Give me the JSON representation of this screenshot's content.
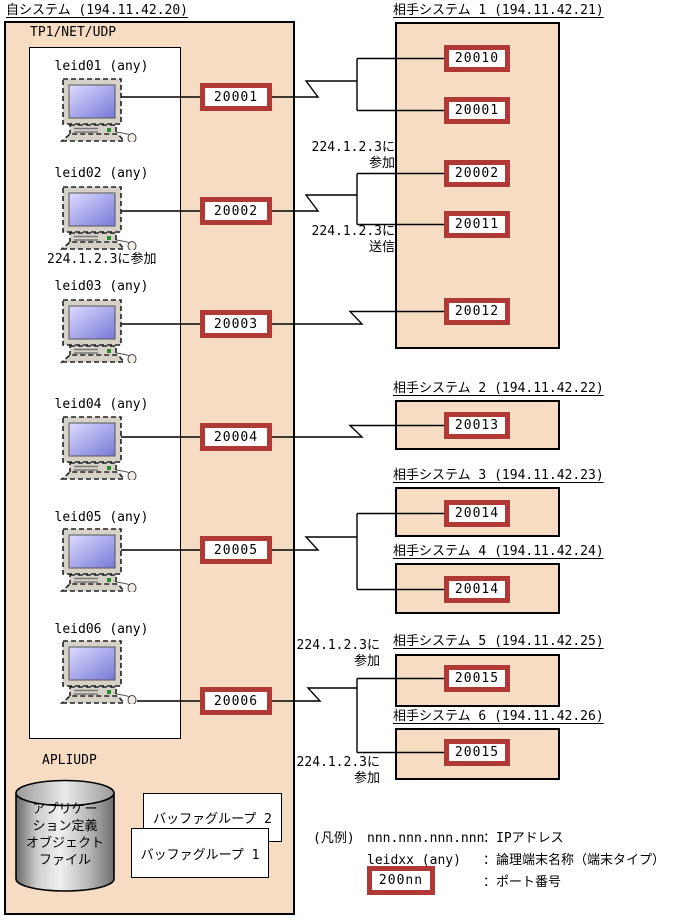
{
  "colors": {
    "system_fill": "#f5dcc3",
    "port_border": "#b13935",
    "screen_blue": "#8a8ae0"
  },
  "own_system": {
    "title": "自システム (194.11.42.20)",
    "middleware": "TP1/NET/UDP",
    "terminals": [
      {
        "label": "leid01 (any)",
        "port": "20001"
      },
      {
        "label": "leid02 (any)",
        "port": "20002",
        "note": "224.1.2.3に参加"
      },
      {
        "label": "leid03 (any)",
        "port": "20003"
      },
      {
        "label": "leid04 (any)",
        "port": "20004"
      },
      {
        "label": "leid05 (any)",
        "port": "20005"
      },
      {
        "label": "leid06 (any)",
        "port": "20006"
      }
    ],
    "apliudp_label": "APLIUDP",
    "definition_file": "アプリケー\nション定義\nオブジェクト\nファイル",
    "buffer_groups": [
      "バッファグループ 2",
      "バッファグループ 1"
    ]
  },
  "remote_systems": [
    {
      "title": "相手システム 1 (194.11.42.21)",
      "ports": [
        "20010",
        "20001",
        "20002",
        "20011",
        "20012"
      ]
    },
    {
      "title": "相手システム 2 (194.11.42.22)",
      "ports": [
        "20013"
      ]
    },
    {
      "title": "相手システム 3 (194.11.42.23)",
      "ports": [
        "20014"
      ]
    },
    {
      "title": "相手システム 4 (194.11.42.24)",
      "ports": [
        "20014"
      ]
    },
    {
      "title": "相手システム 5 (194.11.42.25)",
      "ports": [
        "20015"
      ]
    },
    {
      "title": "相手システム 6 (194.11.42.26)",
      "ports": [
        "20015"
      ]
    }
  ],
  "annotations": {
    "join_remote1": "224.1.2.3に\n参加",
    "send_remote1": "224.1.2.3に\n送信",
    "join_remote5": "224.1.2.3に\n参加",
    "join_remote6": "224.1.2.3に\n参加"
  },
  "legend": {
    "title": "(凡例)",
    "rows": [
      {
        "term": "nnn.nnn.nnn.nnn",
        "desc": "：IPアドレス"
      },
      {
        "term": "leidxx (any)",
        "desc": "：論理端末名称（端末タイプ）"
      },
      {
        "term": "200nn",
        "desc": "：ポート番号"
      }
    ]
  }
}
